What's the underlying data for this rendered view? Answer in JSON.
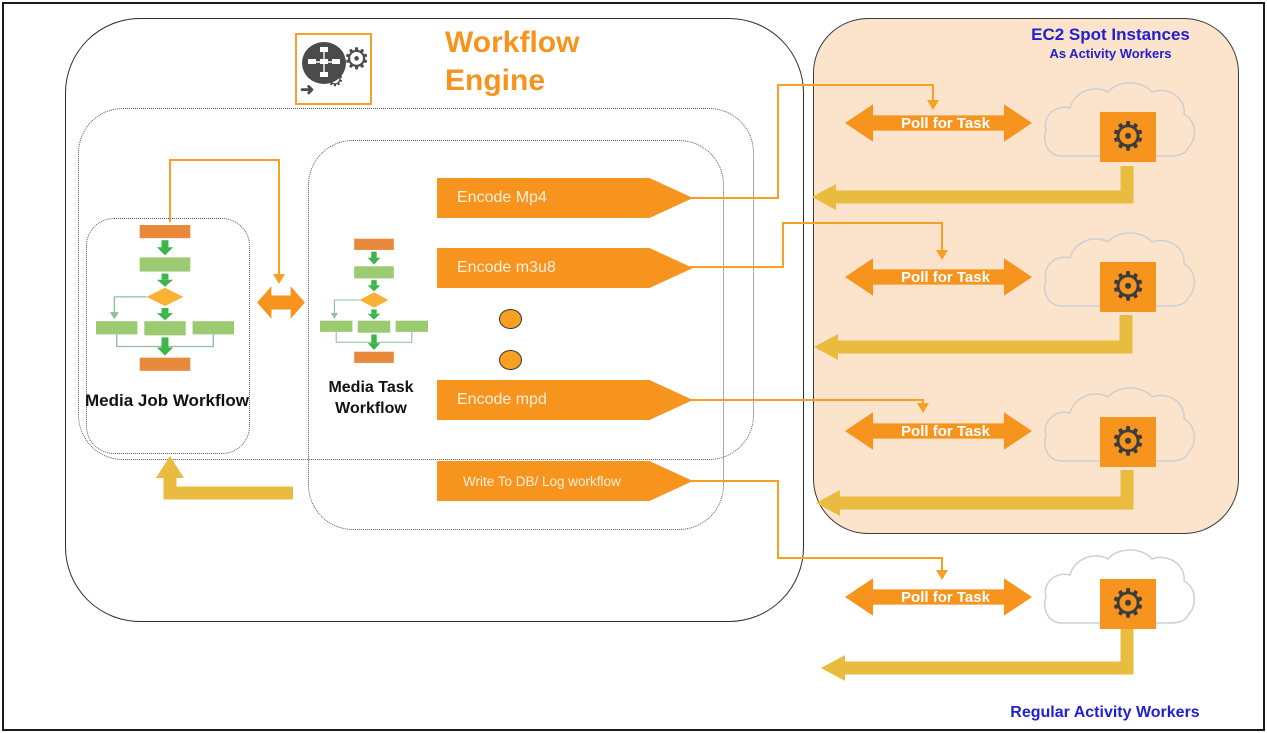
{
  "colors": {
    "orange": "#F7941E",
    "gold": "#E9BC40",
    "blue": "#2121CE",
    "peach": "#FBE4CB",
    "flow_green": "#9BCA70",
    "flow_green_arrow": "#3CB54A",
    "flow_orange": "#E8893C",
    "flow_diamond": "#F9B233"
  },
  "workflow_engine": {
    "title": "Workflow Engine",
    "icon": "workflow-gears-icon"
  },
  "media_job": {
    "label": "Media Job Workflow"
  },
  "media_task": {
    "label": "Media Task Workflow"
  },
  "banners": [
    {
      "label": "Encode Mp4"
    },
    {
      "label": "Encode m3u8"
    },
    {
      "label": "Encode mpd"
    },
    {
      "label": "Write To DB/ Log workflow"
    }
  ],
  "ec2_box": {
    "title": "EC2 Spot Instances",
    "subtitle": "As Activity Workers"
  },
  "poll_arrows": [
    {
      "label": "Poll for Task"
    },
    {
      "label": "Poll for Task"
    },
    {
      "label": "Poll for Task"
    },
    {
      "label": "Poll for Task"
    }
  ],
  "regular_workers_label": "Regular Activity Workers"
}
